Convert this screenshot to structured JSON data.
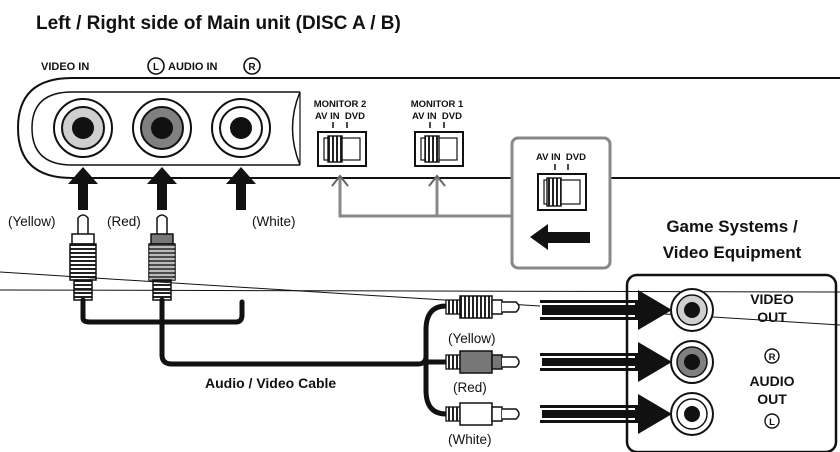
{
  "title": "Left / Right side of Main unit (DISC A / B)",
  "front_panel": {
    "video_in_label": "VIDEO IN",
    "audio_in_label": "AUDIO IN",
    "audio_left_mark": "L",
    "audio_right_mark": "R",
    "jack_colors": [
      "#cfcfcf",
      "#808080",
      "#ffffff"
    ]
  },
  "switches": [
    {
      "title": "MONITOR 2",
      "positions": "AV IN  DVD"
    },
    {
      "title": "MONITOR 1",
      "positions": "AV IN  DVD"
    }
  ],
  "zoom_switch": {
    "positions": "AV IN  DVD",
    "arrow": "left-arrow-icon"
  },
  "plugs_top": {
    "yellow": "(Yellow)",
    "red": "(Red)",
    "white": "(White)"
  },
  "cable_label": "Audio / Video Cable",
  "plugs_side": {
    "yellow": "(Yellow)",
    "red": "(Red)",
    "white": "(White)"
  },
  "equipment": {
    "title_line1": "Game Systems /",
    "title_line2": "Video Equipment",
    "video_out_line1": "VIDEO",
    "video_out_line2": "OUT",
    "audio_right_mark": "R",
    "audio_out_line1": "AUDIO",
    "audio_out_line2": "OUT",
    "audio_left_mark": "L"
  }
}
